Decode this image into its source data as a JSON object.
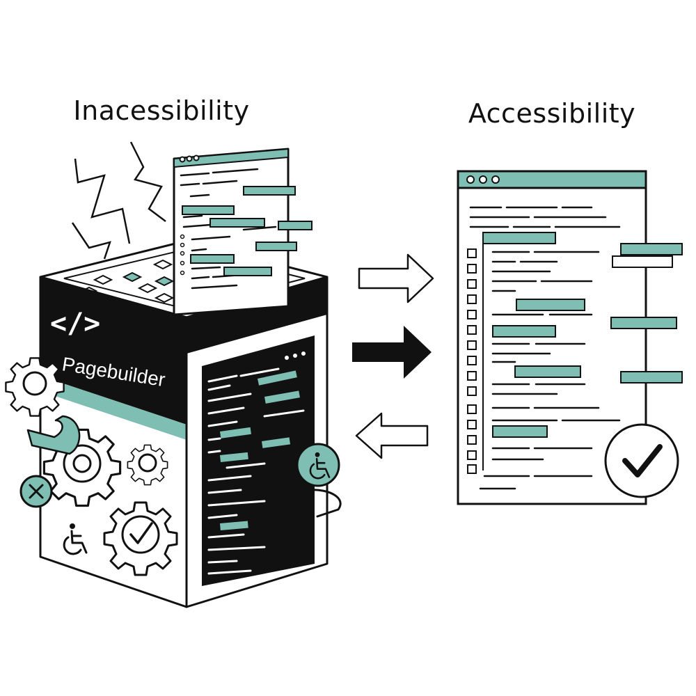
{
  "titles": {
    "left": "Inacessibility",
    "right": "Accessibility"
  },
  "box": {
    "label": "Pagebuilder",
    "code_icon": "</>"
  },
  "colors": {
    "teal": "#7fbfb3",
    "ink": "#111111",
    "paper": "#ffffff"
  },
  "icons": [
    "code-icon",
    "gear-icon",
    "wheelchair-icon",
    "close-icon",
    "checkmark-icon",
    "lightning-icon",
    "window-dots-icon"
  ]
}
